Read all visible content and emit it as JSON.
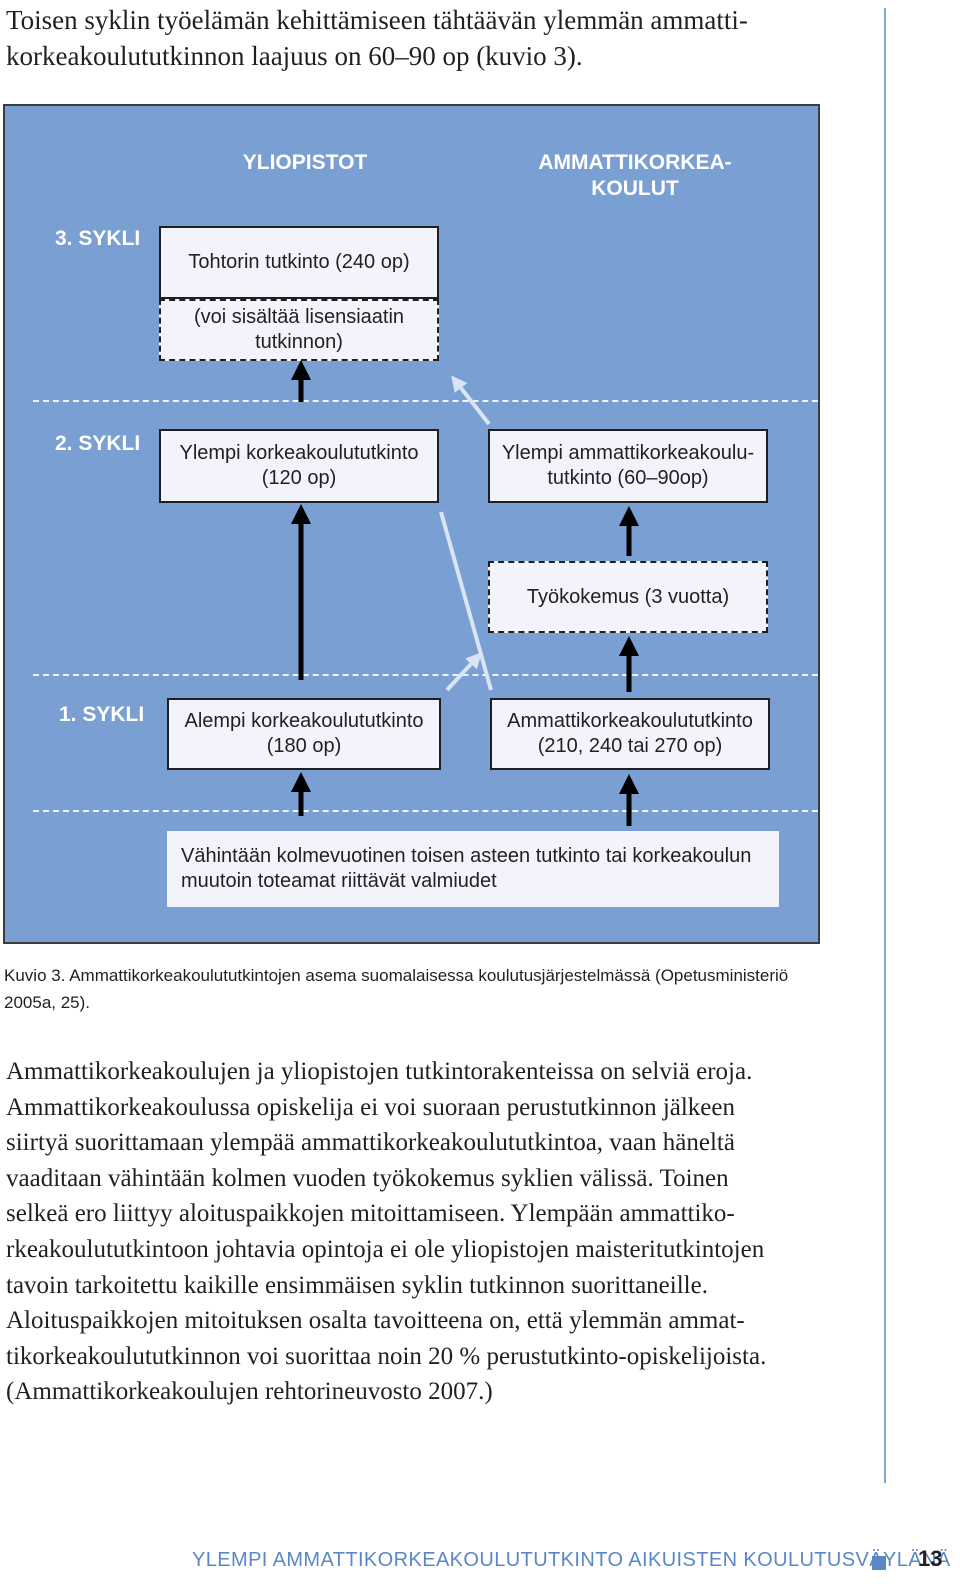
{
  "intro": {
    "lines": [
      "Toisen syklin työelämän kehittämiseen tähtäävän ylemmän ammatti-",
      "korkeakoulututkinnon laajuus on 60–90 op (kuvio 3)."
    ]
  },
  "figure": {
    "col_universities": "YLIOPISTOT",
    "col_uas_lines": [
      "AMMATTIKORKEA-",
      "KOULUT"
    ],
    "cycle3": "3. SYKLI",
    "cycle2": "2. SYKLI",
    "cycle1": "1. SYKLI",
    "doctor": "Tohtorin tutkinto (240 op)",
    "licentiate_lines": [
      "(voi sisältää lisensiaatin",
      "tutkinnon)"
    ],
    "higher_uni_lines": [
      "Ylempi korkeakoulututkinto",
      "(120 op)"
    ],
    "higher_uas_lines": [
      "Ylempi ammattikorkeakoulu-",
      "tutkinto (60–90op)"
    ],
    "work_experience": "Työkokemus (3 vuotta)",
    "lower_uni_lines": [
      "Alempi korkeakoulututkinto",
      "(180 op)"
    ],
    "uas_degree_lines": [
      "Ammattikorkeakoulututkinto",
      "(210, 240 tai 270 op)"
    ],
    "requirement_lines": [
      "Vähintään kolmevuotinen toisen asteen tutkinto tai korkeakoulun",
      "muutoin toteamat riittävät valmiudet"
    ],
    "colors": {
      "background": "#7a9fd3",
      "box": "#f3f4fb",
      "arrow_dark": "#000000",
      "arrow_light": "#d9e4f5"
    }
  },
  "caption": {
    "lines": [
      "Kuvio 3. Ammattikorkeakoulututkintojen asema suomalaisessa koulutusjärjestelmässä (Opetusministeriö",
      "2005a, 25)."
    ]
  },
  "body": {
    "lines": [
      "Ammattikorkeakoulujen ja yliopistojen tutkintorakenteissa on selviä eroja.",
      "Ammattikorkeakoulussa opiskelija ei voi suoraan perustutkinnon jälkeen",
      "siirtyä suorittamaan ylempää ammattikorkeakoulututkintoa, vaan häneltä",
      "vaaditaan vähintään kolmen vuoden työkokemus syklien välissä. Toinen",
      "selkeä ero liittyy aloituspaikkojen mitoittamiseen. Ylempään ammattiko-",
      "rkeakoulututkintoon johtavia opintoja ei ole yliopistojen maisteritutkintojen",
      "tavoin tarkoitettu kaikille ensimmäisen syklin tutkinnon suorittaneille.",
      "Aloituspaikkojen mitoituksen osalta tavoitteena on, että ylemmän ammat-",
      "tikorkeakoulututkinnon voi suorittaa noin 20 % perustutkinto-opiskelijoista.",
      "(Ammattikorkeakoulujen rehtorineuvosto 2007.)"
    ]
  },
  "footer": {
    "running_title": "YLEMPI AMMATTIKORKEAKOULUTUTKINTO AIKUISTEN KOULUTUSVÄYLÄNÄ",
    "page_number": "13",
    "accent_color": "#5b87c7"
  }
}
